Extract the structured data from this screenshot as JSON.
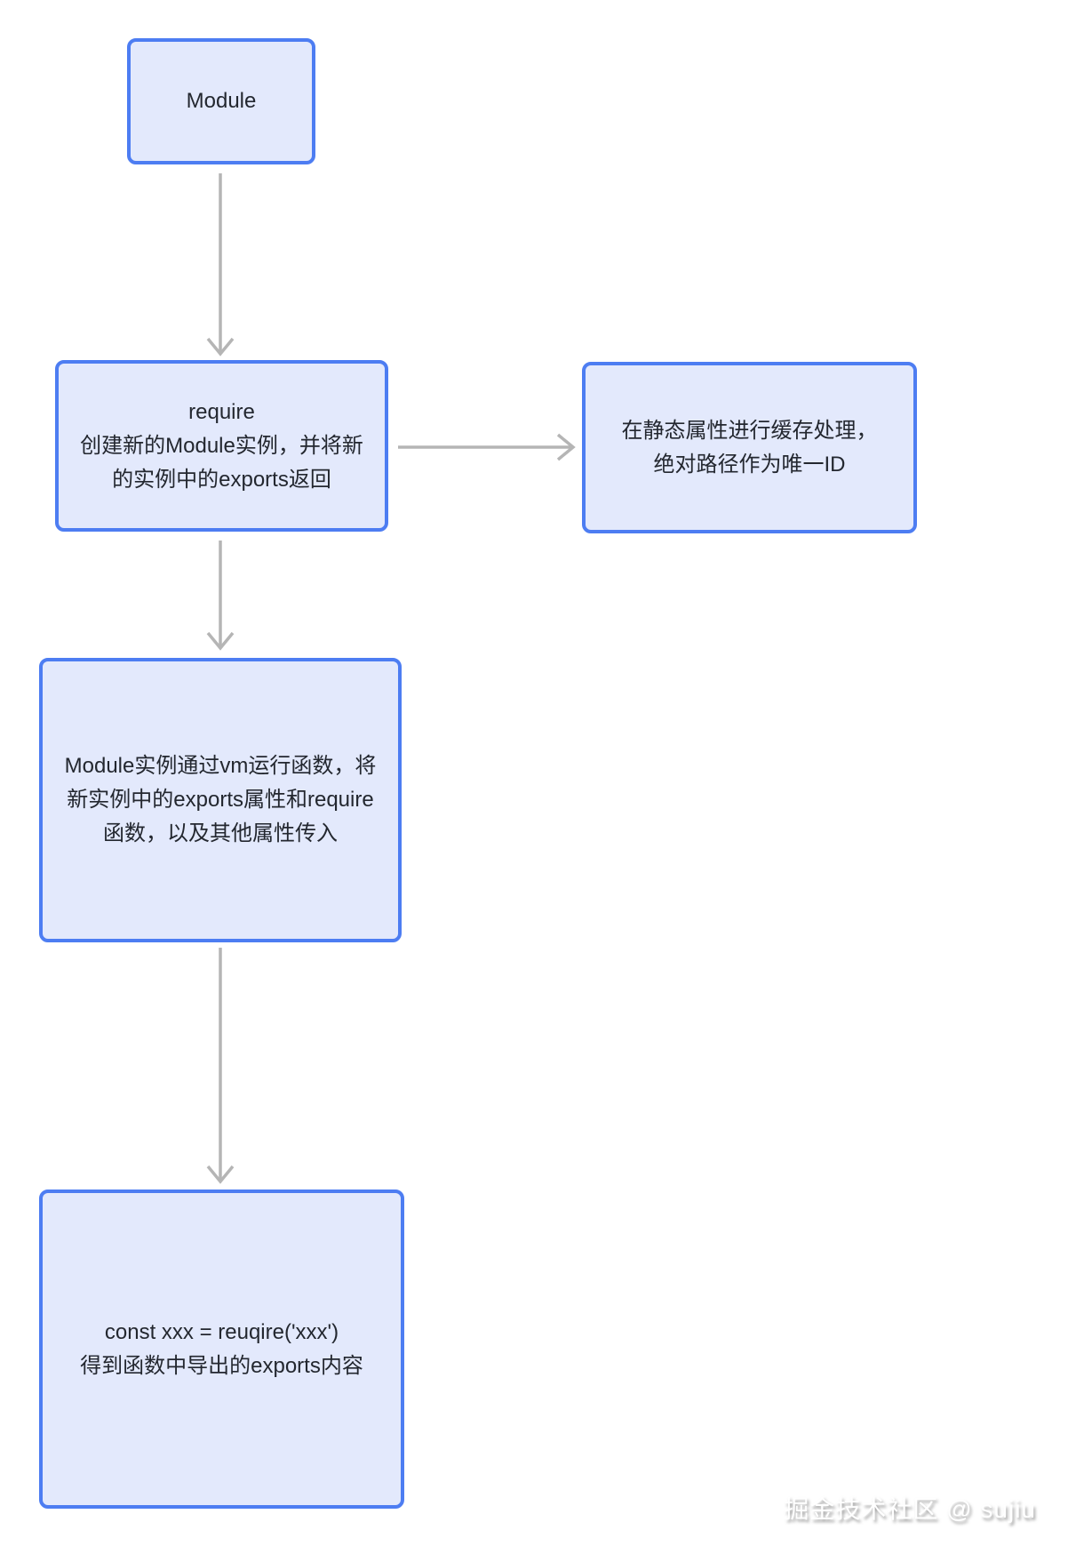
{
  "diagram": {
    "background": "#ffffff",
    "node_fill": "#e3e9fc",
    "node_border_color": "#4d7df2",
    "text_color": "#23272f",
    "arrow_color": "#b5b5b5",
    "nodes": {
      "module": {
        "lines": [
          "Module"
        ]
      },
      "require": {
        "lines": [
          "require",
          "创建新的Module实例，并将新",
          "的实例中的exports返回"
        ]
      },
      "cache": {
        "lines": [
          "在静态属性进行缓存处理，",
          "绝对路径作为唯一ID"
        ]
      },
      "vm": {
        "lines": [
          "Module实例通过vm运行函数，将",
          "新实例中的exports属性和require",
          "函数，以及其他属性传入"
        ]
      },
      "usage": {
        "lines": [
          "const xxx = reuqire('xxx')",
          "得到函数中导出的exports内容"
        ]
      }
    },
    "watermark": "掘金技术社区 @ sujiu"
  }
}
